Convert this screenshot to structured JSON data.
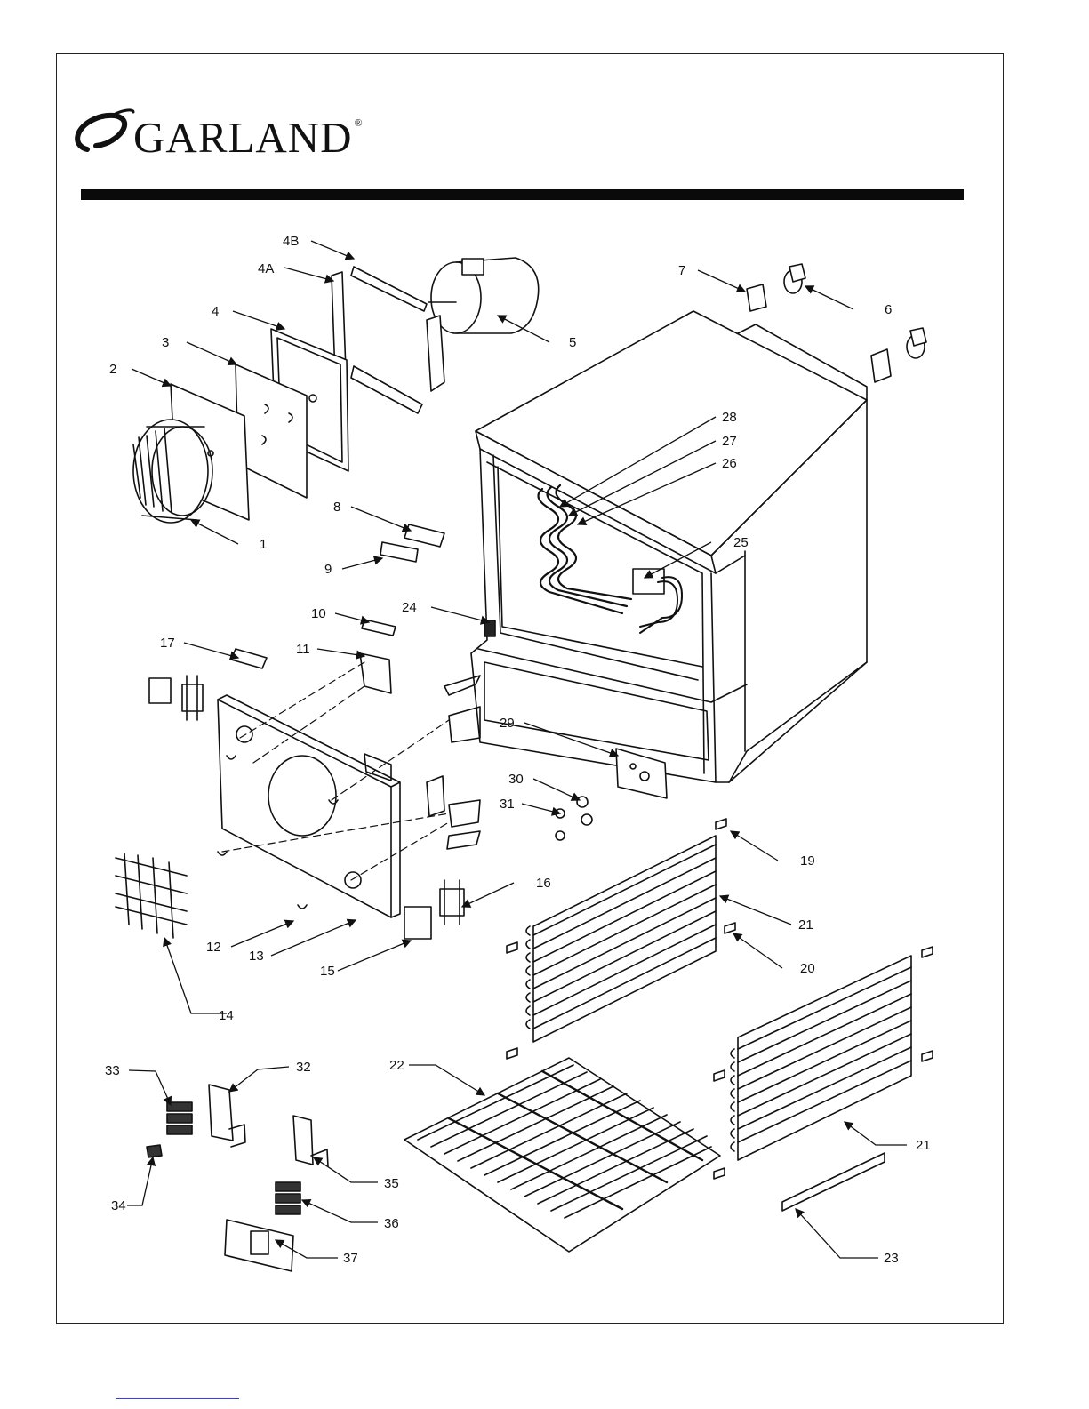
{
  "brand": {
    "name": "GARLAND",
    "registered_mark": "®"
  },
  "callouts": [
    "4B",
    "4A",
    "4",
    "3",
    "2",
    "1",
    "5",
    "7",
    "6",
    "28",
    "27",
    "26",
    "25",
    "8",
    "9",
    "24",
    "10",
    "17",
    "11",
    "29",
    "30",
    "31",
    "19",
    "21",
    "20",
    "16",
    "12",
    "13",
    "15",
    "14",
    "33",
    "32",
    "22",
    "21",
    "35",
    "34",
    "36",
    "37",
    "23"
  ]
}
